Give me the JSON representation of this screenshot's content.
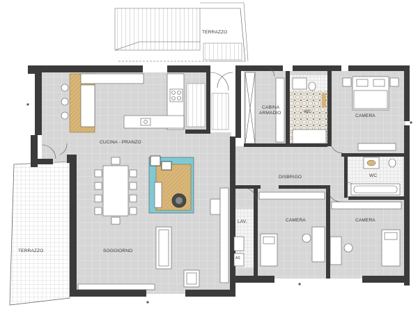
{
  "rooms": {
    "terrazzo_top": "TERRAZZO",
    "terrazzo_left": "TERRAZZO",
    "cucina_pranzo": "CUCINA - PRANZO",
    "soggiorno": "SOGGIORNO",
    "cabina_armadio": "CABINA\nARMADIO",
    "wc_top": "WC",
    "camera_top": "CAMERA",
    "disbrigo": "DISBRIGO",
    "wc_mid": "WC",
    "lav": "LAV.",
    "camera_mid": "CAMERA",
    "camera_right": "CAMERA",
    "as": "AS"
  },
  "colors": {
    "floor": "#d6d6d6",
    "floor_grid": "#ebebeb",
    "wall": "#3b3b3b",
    "wood": "#d9b77a",
    "teal": "#7fc9d4",
    "terrace_grid": "#9a9a9a",
    "mosaic": "#e6ded0",
    "bath_tile": "#f2f2f2"
  }
}
